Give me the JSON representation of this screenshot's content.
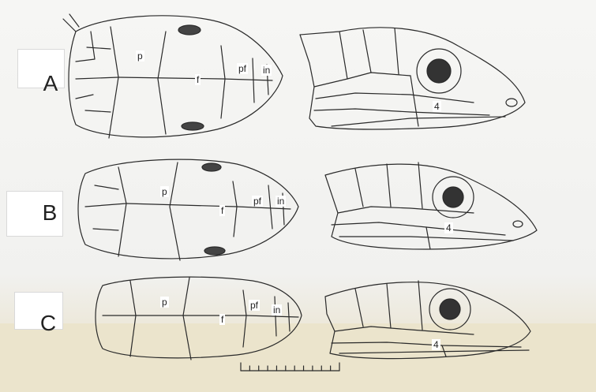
{
  "rows": [
    {
      "letter": "A",
      "labels": {
        "p": "p",
        "f": "f",
        "pf": "pf",
        "in": "in",
        "lateral": "4"
      }
    },
    {
      "letter": "B",
      "labels": {
        "p": "p",
        "f": "f",
        "pf": "pf",
        "in": "in",
        "lateral": "4"
      }
    },
    {
      "letter": "C",
      "labels": {
        "p": "p",
        "f": "f",
        "pf": "pf",
        "in": "in",
        "lateral": "4"
      }
    }
  ],
  "colors": {
    "line": "#2a2a2a",
    "eye": "#333333",
    "paper": "#f3f3f1",
    "band": "#ebe4cc"
  },
  "scale_bar_ticks": 12
}
